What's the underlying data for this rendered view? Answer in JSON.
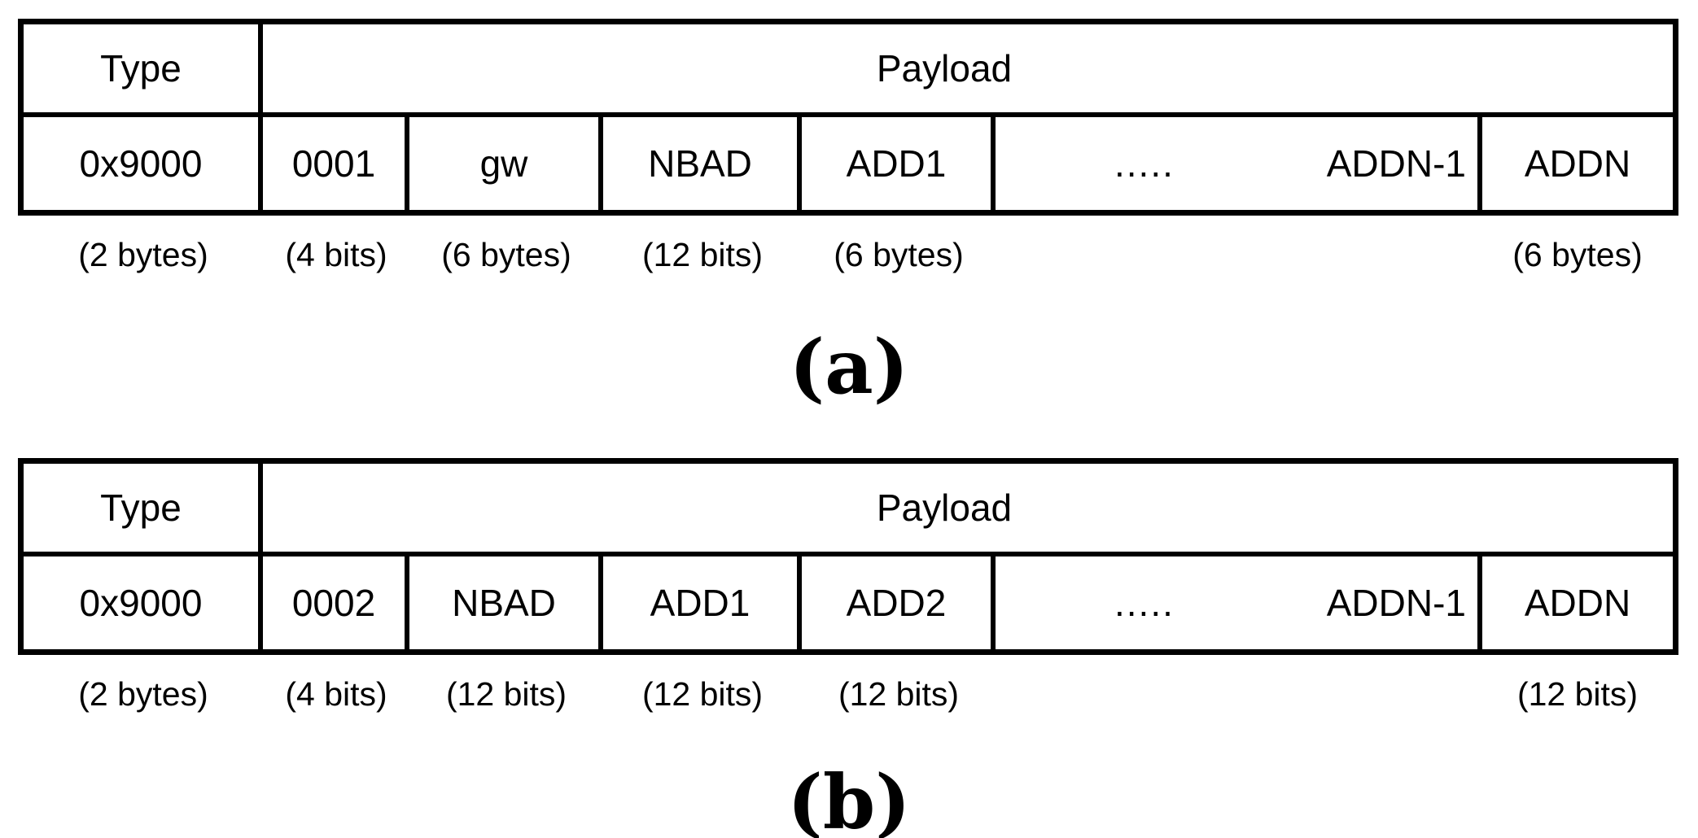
{
  "figure": {
    "background_color": "#ffffff",
    "line_color": "#000000",
    "diagrams": [
      {
        "caption": "(a)",
        "headers": {
          "type": "Type",
          "payload": "Payload"
        },
        "fields": [
          {
            "value": "0x9000",
            "size": "(2 bytes)"
          },
          {
            "value": "0001",
            "size": "(4 bits)"
          },
          {
            "value": "gw",
            "size": "(6 bytes)"
          },
          {
            "value": "NBAD",
            "size": "(12 bits)"
          },
          {
            "value": "ADD1",
            "size": "(6 bytes)"
          },
          {
            "dots": ".....",
            "value": "ADDN-1",
            "size": ""
          },
          {
            "value": "ADDN",
            "size": "(6 bytes)"
          }
        ]
      },
      {
        "caption": "(b)",
        "headers": {
          "type": "Type",
          "payload": "Payload"
        },
        "fields": [
          {
            "value": "0x9000",
            "size": "(2 bytes)"
          },
          {
            "value": "0002",
            "size": "(4 bits)"
          },
          {
            "value": "NBAD",
            "size": "(12 bits)"
          },
          {
            "value": "ADD1",
            "size": "(12 bits)"
          },
          {
            "value": "ADD2",
            "size": "(12 bits)"
          },
          {
            "dots": ".....",
            "value": "ADDN-1",
            "size": ""
          },
          {
            "value": "ADDN",
            "size": "(12 bits)"
          }
        ]
      }
    ]
  }
}
